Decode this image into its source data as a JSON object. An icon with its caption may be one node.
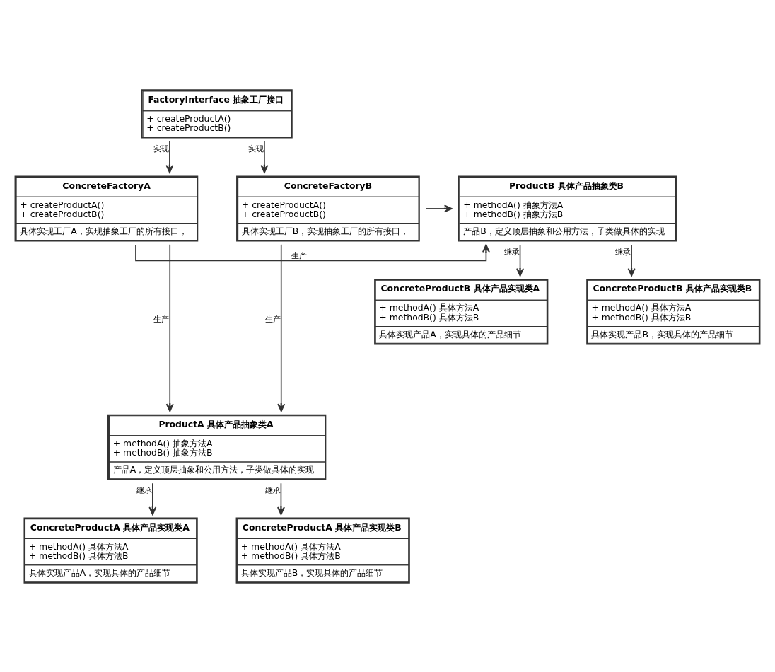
{
  "diagram": {
    "nodes": [
      {
        "text": [
          "FactoryInterface 抽象工厂接口",
          "+ createProductA()",
          "+ createProductB()"
        ]
      },
      {
        "text": [
          "ConcreteFactoryA",
          "+ createProductA()",
          "+ createProductB()",
          "具体实现工厂A，实现抽象工厂的所有接口，"
        ]
      },
      {
        "text": [
          "ProductB 具体产品抽象类B",
          "+ methodA() 抽象方法A",
          "+ methodB() 抽象方法B",
          "产品B，定义顶层抽象和公用方法，子类做具体的实现"
        ]
      },
      {
        "text": [
          "ConcreteFactoryB",
          "+ createProductA()",
          "+ createProductB()",
          "具体实现工厂B，实现抽象工厂的所有接口，"
        ]
      },
      {
        "text": [
          "ConcreteProductB 具体产品实现类A",
          "+ methodA() 具体方法A",
          "+ methodB() 具体方法B",
          "具体实现产品A，实现具体的产品细节"
        ]
      },
      {
        "text": [
          "ConcreteProductB 具体产品实现类B",
          "+ methodA() 具体方法A",
          "+ methodB() 具体方法B",
          "具体实现产品B，实现具体的产品细节"
        ]
      },
      {
        "text": [
          "ProductA 具体产品抽象类A",
          "+ methodA() 抽象方法A",
          "+ methodB() 抽象方法B",
          "产品A，定义顶层抽象和公用方法，子类做具体的实现"
        ]
      },
      {
        "text": [
          "ConcreteProductA 具体产品实现类A",
          "+ methodA() 具体方法A",
          "+ methodB() 具体方法B",
          "具体实现产品A，实现具体的产品细节"
        ]
      },
      {
        "text": [
          "ConcreteProductA 具体产品实现类B",
          "+ methodA() 具体方法A",
          "+ methodB() 具体方法B",
          "具体实现产品B，实现具体的产品细节"
        ]
      }
    ],
    "edges": [
      {
        "from": 0,
        "to": 1,
        "arrow": "to",
        "label": "实现"
      },
      {
        "from": 0,
        "to": 3,
        "arrow": "to",
        "label": "实现"
      },
      {
        "from": 1,
        "to": 2,
        "arrow": "to",
        "label": "生产"
      },
      {
        "from": 3,
        "to": 2,
        "arrow": "to"
      },
      {
        "from": 2,
        "to": 4,
        "arrow": "to",
        "label": "继承"
      },
      {
        "from": 2,
        "to": 5,
        "arrow": "to",
        "label": "继承"
      },
      {
        "from": 1,
        "to": 6,
        "arrow": "to",
        "label": "生产"
      },
      {
        "from": 3,
        "to": 6,
        "arrow": "to",
        "label": "生产"
      },
      {
        "from": 6,
        "to": 7,
        "arrow": "to",
        "label": "继承"
      },
      {
        "from": 6,
        "to": 8,
        "arrow": "to",
        "label": "继承"
      }
    ]
  }
}
